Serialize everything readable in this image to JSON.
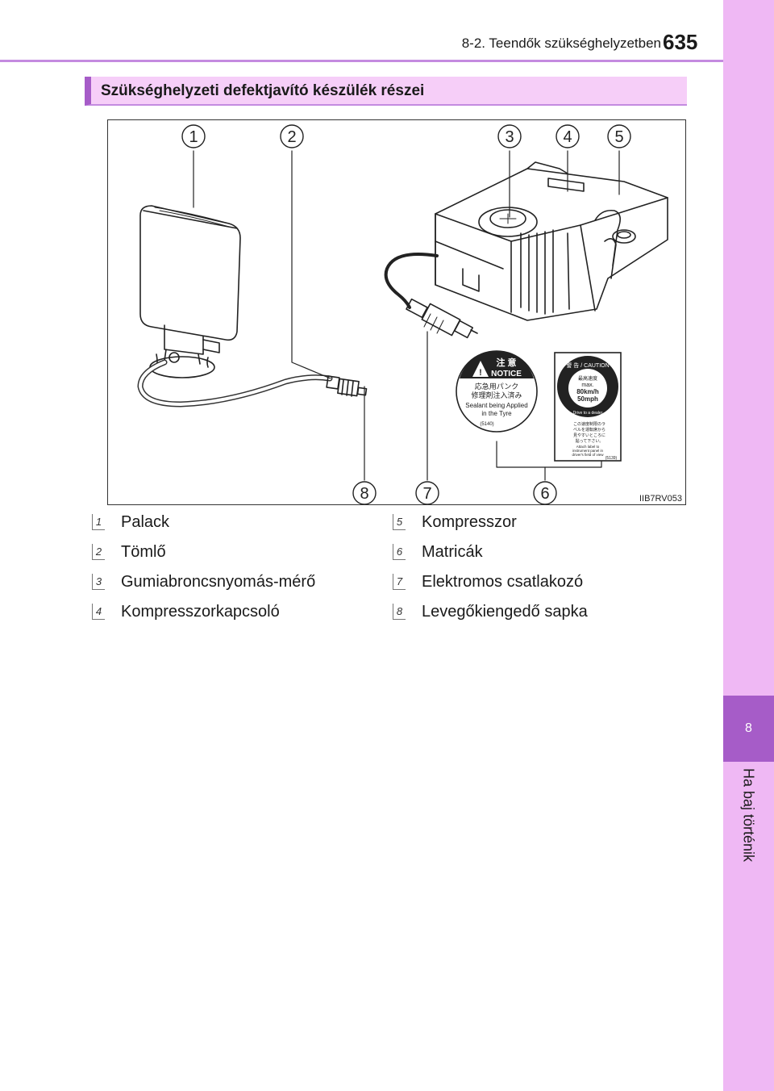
{
  "header": {
    "section": "8-2. Teendők szükséghelyzetben",
    "page_number": "635"
  },
  "side_tab": {
    "chapter_number": "8",
    "chapter_title": "Ha baj történik"
  },
  "section_title": "Szükséghelyzeti defektjavító készülék részei",
  "figure": {
    "code": "IIB7RV053",
    "callouts": [
      "1",
      "2",
      "3",
      "4",
      "5",
      "6",
      "7",
      "8"
    ],
    "notice_label": {
      "header_jp": "注 意",
      "header_en": "NOTICE",
      "line_jp1": "応急用パンク",
      "line_jp2": "修理剤注入済み",
      "line_en1": "Sealant being Applied",
      "line_en2": "in the Tyre",
      "code": "(5140)"
    },
    "caution_label": {
      "header": "警 告 / CAUTION",
      "max_jp": "最高速度",
      "max": "max.",
      "speed_kmh": "80km/h",
      "speed_mph": "50mph",
      "drive_note": "Drive to a dealer",
      "body_jp1": "この速度制限のラ",
      "body_jp2": "ベルを運転席から",
      "body_jp3": "見やすいところに",
      "body_jp4": "貼って下さい。",
      "attach1": "Attach label to",
      "attach2": "instrument panel in",
      "attach3": "driver's field of view",
      "code": "(5139)"
    }
  },
  "legend": [
    {
      "num": "1",
      "label": "Palack"
    },
    {
      "num": "2",
      "label": "Tömlő"
    },
    {
      "num": "3",
      "label": "Gumiabroncsnyomás-mérő"
    },
    {
      "num": "4",
      "label": "Kompresszorkapcsoló"
    },
    {
      "num": "5",
      "label": "Kompresszor"
    },
    {
      "num": "6",
      "label": "Matricák"
    },
    {
      "num": "7",
      "label": "Elektromos csatlakozó"
    },
    {
      "num": "8",
      "label": "Levegőkiengedő sapka"
    }
  ]
}
